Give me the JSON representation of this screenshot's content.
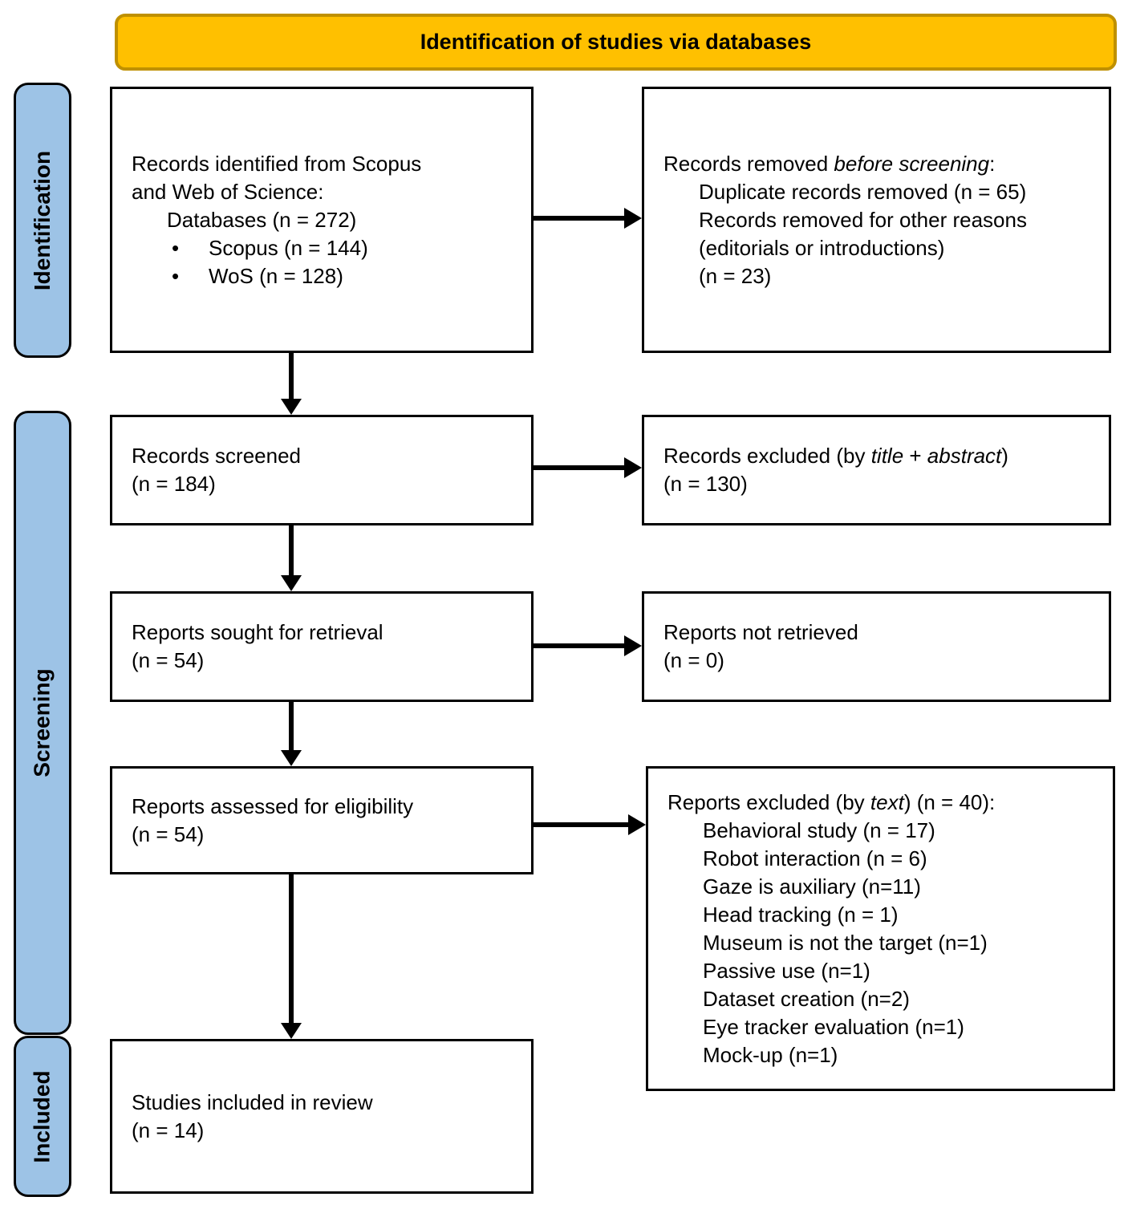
{
  "banner": {
    "label": "Identification of studies via databases"
  },
  "colors": {
    "banner_fill": "#FFC000",
    "banner_border": "#BF9000",
    "stage_fill": "#9DC3E6",
    "stage_border": "#000000",
    "box_border": "#000000",
    "arrow": "#000000"
  },
  "stages": {
    "identification": "Identification",
    "screening": "Screening",
    "included": "Included"
  },
  "bullet_glyph": "•",
  "boxes": {
    "records_identified": {
      "line1": "Records identified from Scopus",
      "line2": "and Web of Science:",
      "line3": "Databases (n = 272)",
      "bullets": [
        "Scopus (n = 144)",
        "WoS (n = 128)"
      ]
    },
    "records_removed": {
      "title_segments": [
        {
          "t": "Records removed ",
          "i": false
        },
        {
          "t": "before screening",
          "i": true
        },
        {
          "t": ":",
          "i": false
        }
      ],
      "items": [
        "Duplicate records removed (n = 65)",
        "Records removed for other reasons",
        "(editorials or introductions)",
        "(n = 23)"
      ]
    },
    "records_screened": {
      "line1": "Records screened",
      "line2": "(n = 184)"
    },
    "records_excluded": {
      "title_segments": [
        {
          "t": "Records excluded (by ",
          "i": false
        },
        {
          "t": "title",
          "i": true
        },
        {
          "t": " + ",
          "i": false
        },
        {
          "t": "abstract",
          "i": true
        },
        {
          "t": ")",
          "i": false
        }
      ],
      "line2": "(n = 130)"
    },
    "reports_sought": {
      "line1": "Reports sought for retrieval",
      "line2": "(n = 54)"
    },
    "reports_not_retrieved": {
      "line1": "Reports not retrieved",
      "line2": "(n = 0)"
    },
    "reports_assessed": {
      "line1": "Reports assessed for eligibility",
      "line2": "(n = 54)"
    },
    "reports_excluded_text": {
      "title_segments": [
        {
          "t": "Reports excluded (by ",
          "i": false
        },
        {
          "t": "text",
          "i": true
        },
        {
          "t": ") (n = 40):",
          "i": false
        }
      ],
      "reasons": [
        "Behavioral study (n = 17)",
        "Robot interaction (n = 6)",
        "Gaze is auxiliary (n=11)",
        "Head tracking (n = 1)",
        "Museum is not the target (n=1)",
        "Passive use (n=1)",
        "Dataset creation (n=2)",
        "Eye tracker evaluation (n=1)",
        "Mock-up (n=1)"
      ]
    },
    "studies_included": {
      "line1": "Studies included in review",
      "line2": "(n = 14)"
    }
  }
}
